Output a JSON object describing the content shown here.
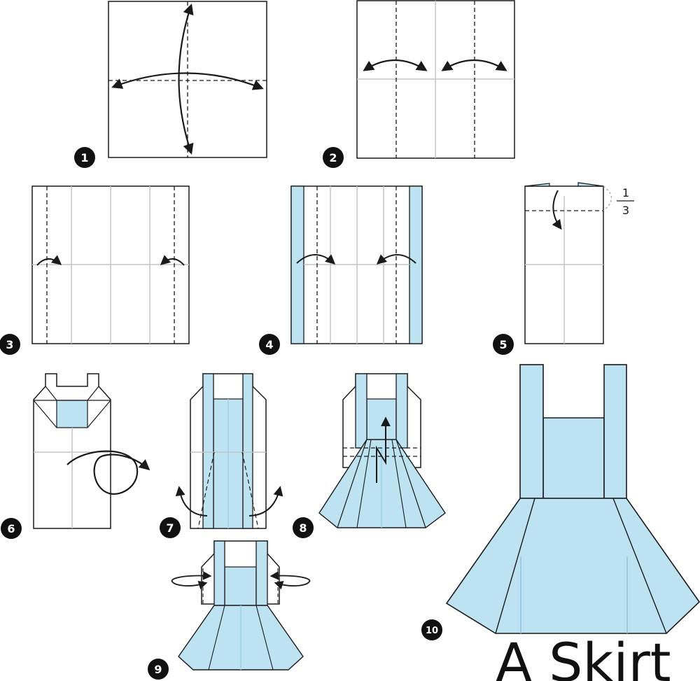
{
  "diagram": {
    "title": "A Skirt",
    "paper_color": "#ffffff",
    "fill_color": "#bde3f2",
    "line_color": "#1a1a1a",
    "crease_color": "#c4c4c4",
    "steps": [
      {
        "number": "1"
      },
      {
        "number": "2"
      },
      {
        "number": "3"
      },
      {
        "number": "4"
      },
      {
        "number": "5",
        "annotation": {
          "numerator": "1",
          "denominator": "3"
        }
      },
      {
        "number": "6"
      },
      {
        "number": "7"
      },
      {
        "number": "8"
      },
      {
        "number": "9"
      },
      {
        "number": "10"
      }
    ]
  }
}
